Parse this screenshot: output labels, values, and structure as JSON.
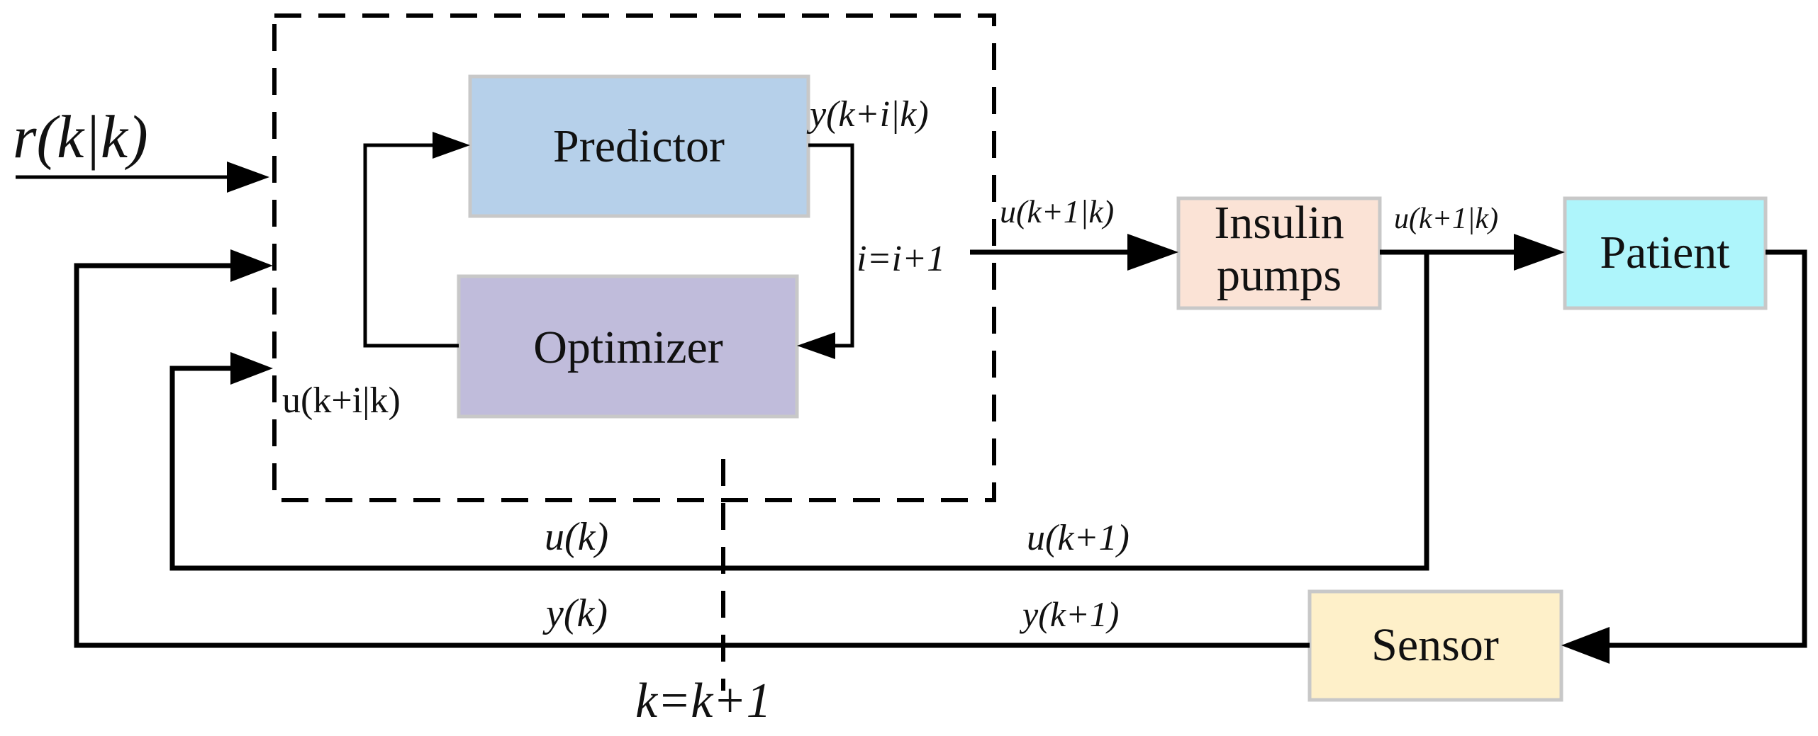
{
  "blocks": {
    "predictor": {
      "label": "Predictor",
      "fill": "#b6d0ea"
    },
    "optimizer": {
      "label": "Optimizer",
      "fill": "#c0bcdb"
    },
    "insulin_pumps": {
      "label_line1": "Insulin",
      "label_line2": "pumps",
      "fill": "#fbe3d6"
    },
    "patient": {
      "label": "Patient",
      "fill": "#aef5fb"
    },
    "sensor": {
      "label": "Sensor",
      "fill": "#fef0c9"
    }
  },
  "signals": {
    "reference": "r(k|k)",
    "prediction": "y(k+i|k)",
    "iteration": "i=i+1",
    "control_sequence": "u(k+i|k)",
    "controller_output": "u(k+1|k)",
    "pump_output": "u(k+1|k)",
    "control_k": "u(k)",
    "control_k1": "u(k+1)",
    "output_k": "y(k)",
    "output_k1": "y(k+1)",
    "time_step": "k=k+1"
  },
  "colors": {
    "block_border": "#c8c8c8",
    "line": "#000000"
  }
}
